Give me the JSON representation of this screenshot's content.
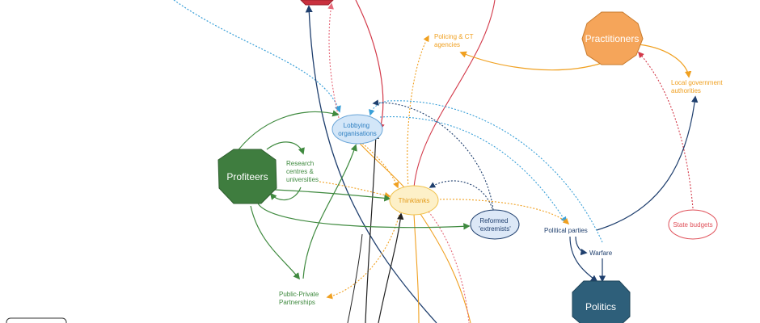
{
  "nodes": {
    "practitioners": {
      "label": "Practitioners",
      "fill": "#f5a55a",
      "stroke": "#c77a2c"
    },
    "profiteers": {
      "label": "Profiteers",
      "fill": "#3f7d3f",
      "stroke": "#2e5e2e"
    },
    "politics": {
      "label": "Politics",
      "fill": "#2e5f7a",
      "stroke": "#1f4459"
    },
    "lobbying": {
      "label": "Lobbying organisations",
      "fill": "#d3e6f8",
      "stroke": "#6aa5d8",
      "text_color": "#2d7fc1"
    },
    "thinktanks": {
      "label": "Thinktanks",
      "fill": "#fdf0c8",
      "stroke": "#f0c24e",
      "text_color": "#e39a1a"
    },
    "reformed": {
      "label": "Reformed 'extremists'",
      "fill": "#dce8f7",
      "stroke": "#1f3f6e",
      "text_color": "#1f3f6e"
    },
    "state_budgets": {
      "label": "State budgets",
      "fill": "#ffffff",
      "stroke": "#e0515a",
      "text_color": "#e0515a"
    }
  },
  "labels": {
    "policing": "Policing & CT agencies",
    "local_gov": "Local government authorities",
    "research": "Research centres & universities",
    "ppp": "Public-Private Partnerships",
    "political_parties": "Political parties",
    "warfare": "Warfare"
  },
  "colors": {
    "orange": "#f0a020",
    "green": "#3f8a3f",
    "navy": "#1f3f6e",
    "blue_dotted": "#3aa0d8",
    "red": "#d33a4a",
    "pink_dotted": "#e56a7a",
    "black": "#222222"
  }
}
